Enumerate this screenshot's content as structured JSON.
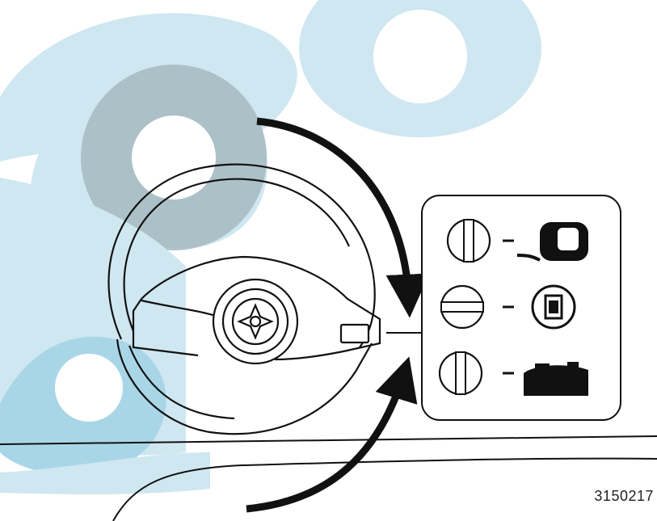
{
  "figure": {
    "number": "3150217"
  },
  "colors": {
    "background_light": "#cfe7f1",
    "background_mid": "#a9d6e7",
    "background_dark": "#7ec3de",
    "gray_overlay": "#a6b8c0",
    "line": "#111111"
  },
  "symbols": [
    {
      "key": "fresh-air",
      "icon": "fresh-air-icon"
    },
    {
      "key": "recirculation",
      "icon": "recirculation-icon"
    },
    {
      "key": "floor-ventilation",
      "icon": "floor-ventilation-icon"
    }
  ]
}
